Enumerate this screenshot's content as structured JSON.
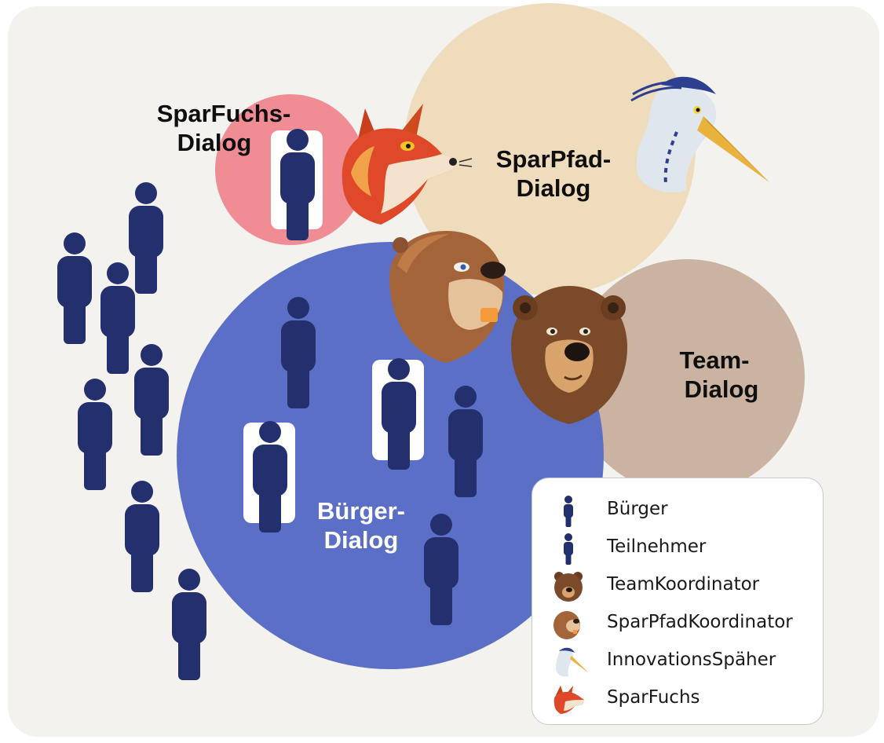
{
  "colors": {
    "person": "#24306e",
    "buerger_circle": "#5b6fc7",
    "sparfuchs_circle": "#f08d94",
    "sparpfad_circle": "#eedcbd",
    "team_circle": "#cbb3a1",
    "label_dark": "#0f0f0f",
    "label_light": "#ffffff"
  },
  "circles": {
    "sparfuchs": {
      "line1": "SparFuchs-",
      "line2": "Dialog"
    },
    "sparpfad": {
      "line1": "SparPfad-",
      "line2": "Dialog"
    },
    "team": {
      "line1": "Team-",
      "line2": "Dialog"
    },
    "buerger": {
      "line1": "Bürger-",
      "line2": "Dialog"
    }
  },
  "legend": {
    "items": [
      {
        "label": "Bürger",
        "icon": "person-icon"
      },
      {
        "label": "Teilnehmer",
        "icon": "person-icon"
      },
      {
        "label": "TeamKoordinator",
        "icon": "bear-icon"
      },
      {
        "label": "SparPfadKoordinator",
        "icon": "beaver-icon"
      },
      {
        "label": "InnovationsSpäher",
        "icon": "heron-icon"
      },
      {
        "label": "SparFuchs",
        "icon": "fox-icon"
      }
    ]
  }
}
